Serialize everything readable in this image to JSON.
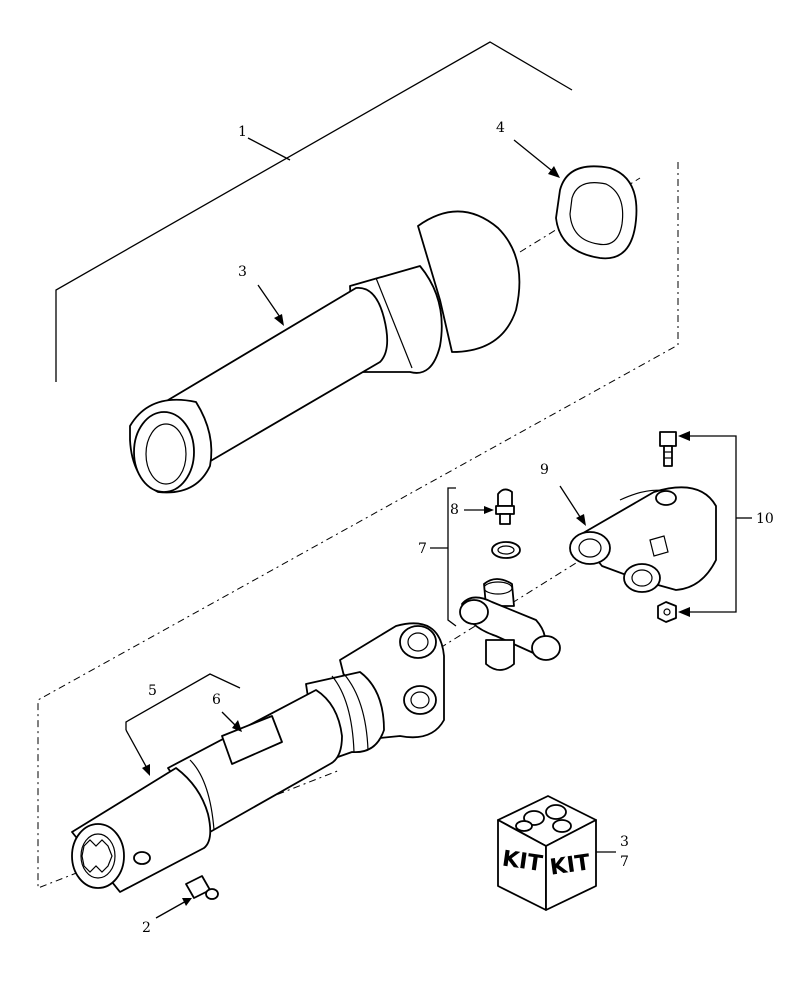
{
  "callouts": {
    "c1": "1",
    "c2": "2",
    "c3_tube": "3",
    "c4": "4",
    "c5": "5",
    "c6": "6",
    "c7_left": "7",
    "c8": "8",
    "c9": "9",
    "c10": "10",
    "c3_kit": "3",
    "c7_kit": "7"
  },
  "kit_box": {
    "label_left": "KIT",
    "label_right": "KIT"
  }
}
